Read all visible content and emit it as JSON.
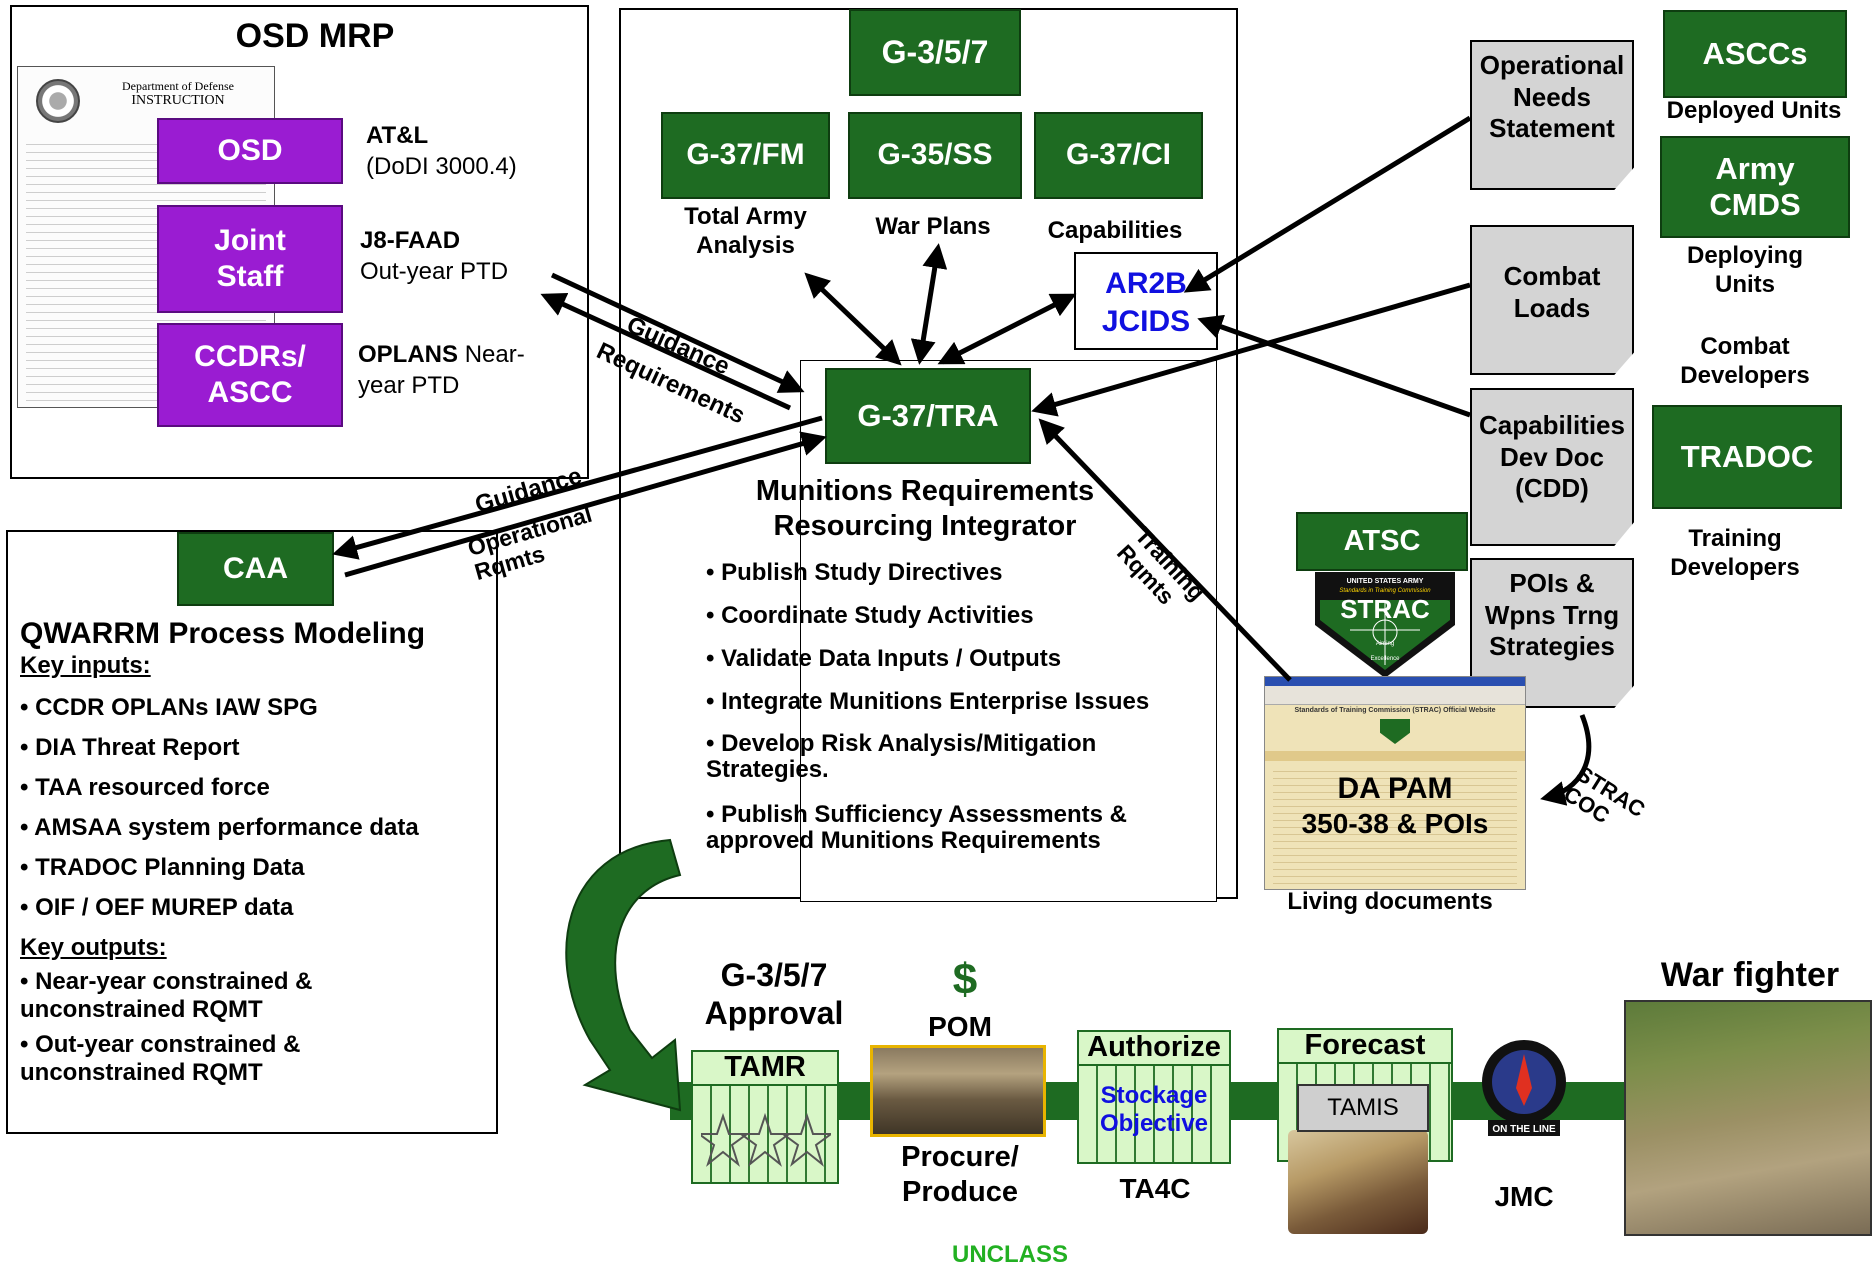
{
  "osd_mrp": {
    "title": "OSD MRP",
    "doc_header1": "Department of Defense",
    "doc_header2": "INSTRUCTION",
    "boxes": [
      {
        "label": "OSD",
        "desc_bold": "AT&L",
        "desc": "(DoDI 3000.4)"
      },
      {
        "label": "Joint Staff",
        "desc_bold": "J8-FAAD",
        "desc": "Out-year PTD"
      },
      {
        "label": "CCDRs/ ASCC",
        "desc_bold": "OPLANS",
        "desc": "Near-year PTD"
      }
    ]
  },
  "arrows": {
    "guidance_top": "Guidance",
    "requirements_top": "Requirements",
    "guidance_caa": "Guidance",
    "operational_rqmts": "Operational Rqmts",
    "training_rqmts": "Training Rqmts",
    "strac_coc": "STRAC COC"
  },
  "center": {
    "g357": "G-3/5/7",
    "subs": [
      {
        "box": "G-37/FM",
        "caption": "Total Army Analysis"
      },
      {
        "box": "G-35/SS",
        "caption": "War Plans"
      },
      {
        "box": "G-37/CI",
        "caption": "Capabilities"
      }
    ],
    "ar2b": "AR2B",
    "jcids": "JCIDS",
    "tra": "G-37/TRA",
    "integrator_title1": "Munitions Requirements",
    "integrator_title2": "Resourcing Integrator",
    "bullets": [
      "• Publish Study Directives",
      "• Coordinate Study Activities",
      "• Validate Data Inputs / Outputs",
      "• Integrate Munitions Enterprise Issues",
      "• Develop Risk Analysis/Mitigation Strategies.",
      "• Publish Sufficiency Assessments & approved Munitions  Requirements"
    ]
  },
  "docs": [
    {
      "label": "Operational Needs Statement"
    },
    {
      "label": "Combat Loads"
    },
    {
      "label": "Capabilities Dev Doc (CDD)"
    },
    {
      "label": "POIs & Wpns Trng Strategies"
    }
  ],
  "right": {
    "asccs": "ASCCs",
    "deployed_units": "Deployed Units",
    "army_cmds": "Army CMDS",
    "deploying_units": "Deploying Units",
    "combat_developers": "Combat Developers",
    "tradoc": "TRADOC",
    "training_developers": "Training Developers"
  },
  "atsc": {
    "label": "ATSC",
    "shield_top": "UNITED STATES ARMY",
    "shield_mid": "Standards in Training Commission",
    "shield_name": "STRAC",
    "shield_bottom": "Excellence",
    "shield_aiming": "Aiming",
    "web_title": "Standards of Training Commission (STRAC) Official Website",
    "da_pam": "DA PAM",
    "da_pam_sub": "350-38 & POIs",
    "living": "Living documents"
  },
  "caa": {
    "label": "CAA",
    "title": "QWARRM Process Modeling",
    "inputs_title": "Key inputs:",
    "inputs": [
      "• CCDR OPLANs IAW SPG",
      "• DIA Threat Report",
      "• TAA resourced force",
      "• AMSAA system performance data",
      "• TRADOC Planning Data",
      "• OIF / OEF MUREP data"
    ],
    "outputs_title": "Key outputs:",
    "outputs": [
      "• Near-year constrained  & unconstrained RQMT",
      "• Out-year constrained  & unconstrained RQMT"
    ]
  },
  "flow": {
    "approval": "G-3/5/7 Approval",
    "tamr": "TAMR",
    "dollar": "$",
    "pom": "POM",
    "procure": "Procure/ Produce",
    "authorize": "Authorize",
    "stockage": "Stockage Objective",
    "ta4c": "TA4C",
    "forecast": "Forecast",
    "tamis": "TAMIS",
    "jmc": "JMC",
    "jmc_badge": "ON THE LINE",
    "war_fighter": "War fighter"
  },
  "footer": {
    "classification": "UNCLASS"
  },
  "colors": {
    "green": "#1e6b22",
    "purple": "#9a1cd2",
    "doc_gray": "#d4d4d4",
    "link_blue": "#1010e0",
    "footer_green": "#22b022"
  }
}
